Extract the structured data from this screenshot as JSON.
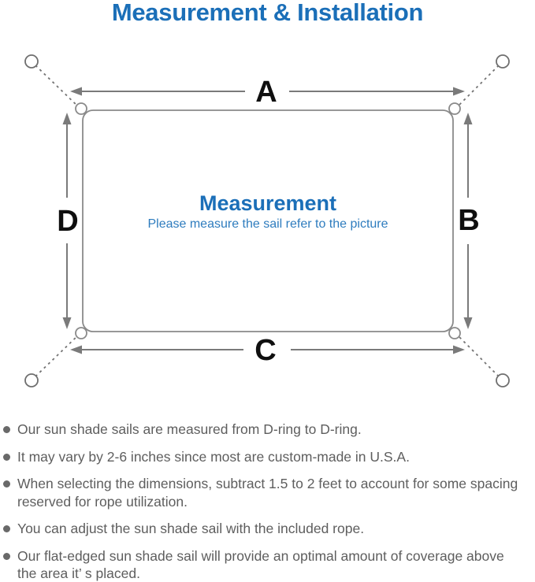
{
  "title": "Measurement & Installation",
  "colors": {
    "heading_blue": "#1b6fb8",
    "subtitle_blue": "#2e7cbe",
    "diagram_line_gray": "#7a7a7a",
    "outline_gray": "#8a8a8a",
    "note_text_gray": "#5e5e5e",
    "dimension_label_black": "#0f0f0f"
  },
  "diagram": {
    "center_title": "Measurement",
    "center_subtitle": "Please measure the sail refer to the picture",
    "dimension_labels": {
      "top": "A",
      "right": "B",
      "bottom": "C",
      "left": "D"
    },
    "icons": {
      "corner_anchor": "ring-icon",
      "sail_corner": "d-ring-icon",
      "note_bullet": "dot-icon"
    }
  },
  "notes": [
    {
      "lines": [
        "Our sun shade sails are measured from D-ring to D-ring."
      ]
    },
    {
      "lines": [
        "It may vary by 2-6 inches since most are custom-made in U.S.A."
      ]
    },
    {
      "lines": [
        "When selecting the dimensions, subtract 1.5 to 2 feet to account for some spacing",
        "reserved for rope utilization."
      ]
    },
    {
      "lines": [
        "You can adjust the sun shade sail with the included rope."
      ]
    },
    {
      "lines": [
        "Our flat-edged sun shade sail will provide an optimal amount of coverage above",
        "the area it’ s placed."
      ]
    }
  ]
}
